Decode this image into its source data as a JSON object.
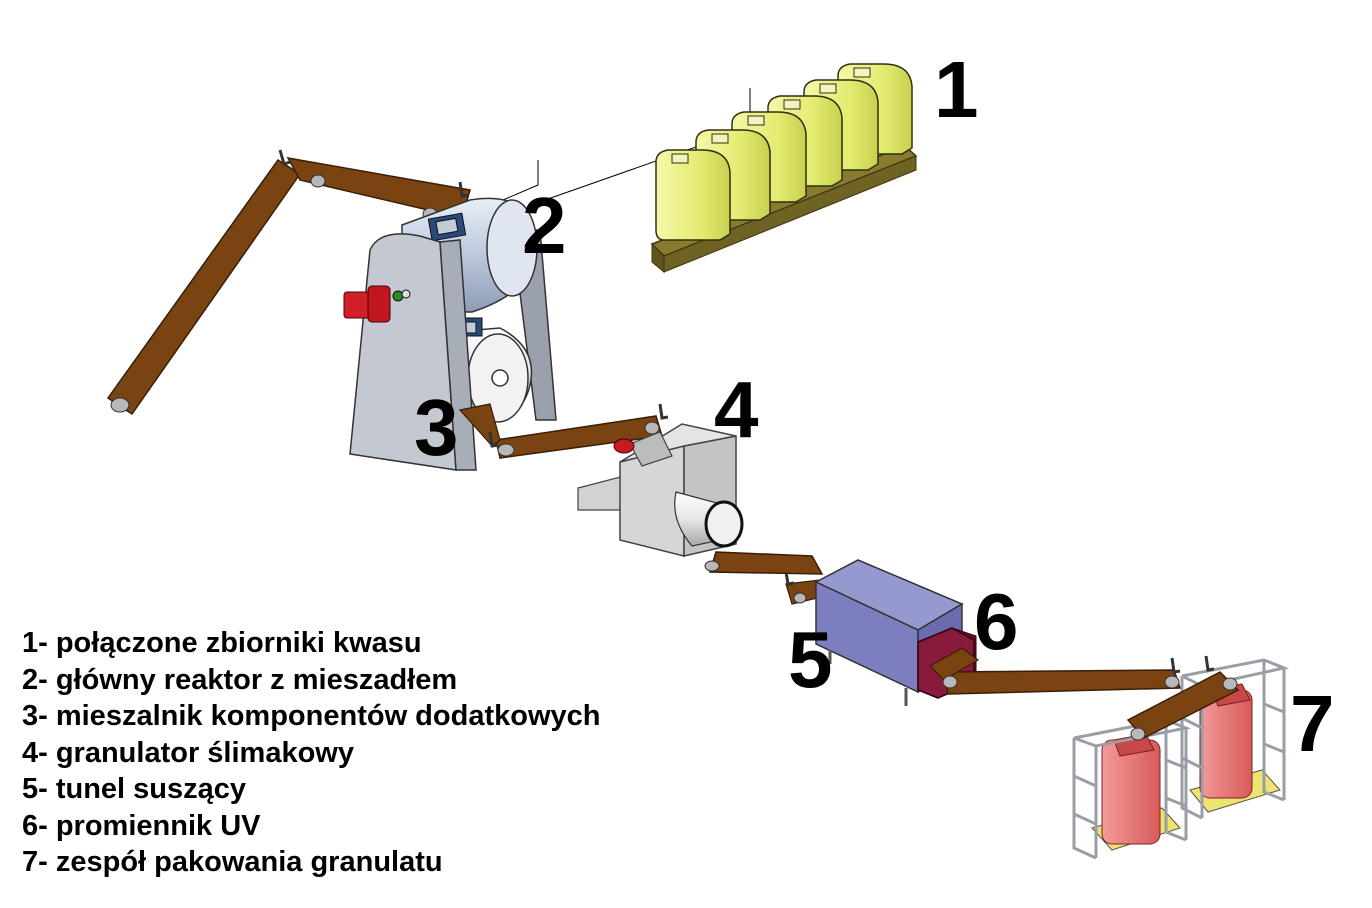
{
  "labels": {
    "n1": "1",
    "n2": "2",
    "n3": "3",
    "n4": "4",
    "n5": "5",
    "n6": "6",
    "n7": "7"
  },
  "legend": [
    "1- połączone zbiorniki kwasu",
    "2- główny reaktor z mieszadłem",
    "3- mieszalnik komponentów dodatkowych",
    "4- granulator ślimakowy",
    "5- tunel suszący",
    "6- promiennik UV",
    "7- zespół pakowania granulatu"
  ],
  "colors": {
    "background": "#ffffff",
    "conveyor": "#7a4312",
    "tank": "#e8f07a",
    "pallet": "#8a7a30",
    "reactor": "#c9d4e6",
    "frame": "#b8bcc4",
    "granulator": "#d8d8d8",
    "dryer": "#7c7ebf",
    "uv": "#8a1a3c",
    "bag": "#e87474",
    "cage": "#9a9ea6"
  }
}
